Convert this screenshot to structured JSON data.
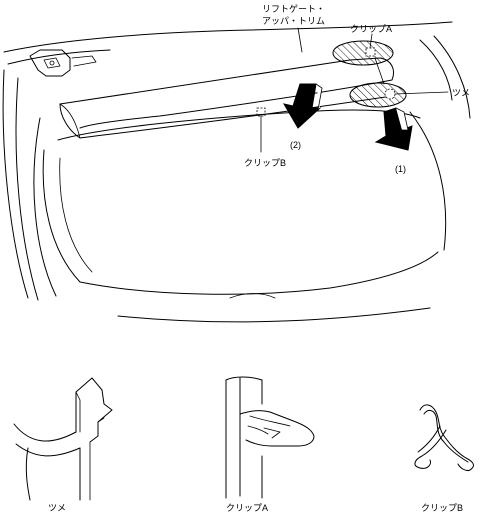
{
  "labels": {
    "trim_line1": "リフトゲート・",
    "trim_line2": "アッパ・トリム",
    "clip_a": "クリップA",
    "tsume": "ツメ",
    "step1": "(1)",
    "step2": "(2)",
    "clip_b": "クリップB"
  },
  "detail_labels": {
    "tsume": "ツメ",
    "clip_a": "クリップA",
    "clip_b": "クリップB"
  }
}
